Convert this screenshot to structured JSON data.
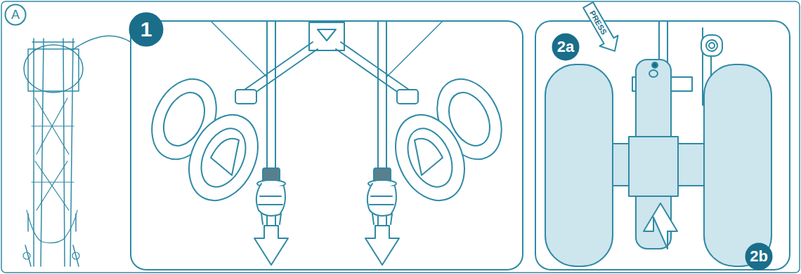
{
  "diagram": {
    "nodes": [
      {
        "text": [
          "A"
        ]
      },
      {
        "text": [
          "1"
        ]
      },
      {
        "text": [
          "2a"
        ]
      },
      {
        "text": [
          "PRESS"
        ]
      },
      {
        "text": [
          "2b"
        ]
      }
    ]
  }
}
